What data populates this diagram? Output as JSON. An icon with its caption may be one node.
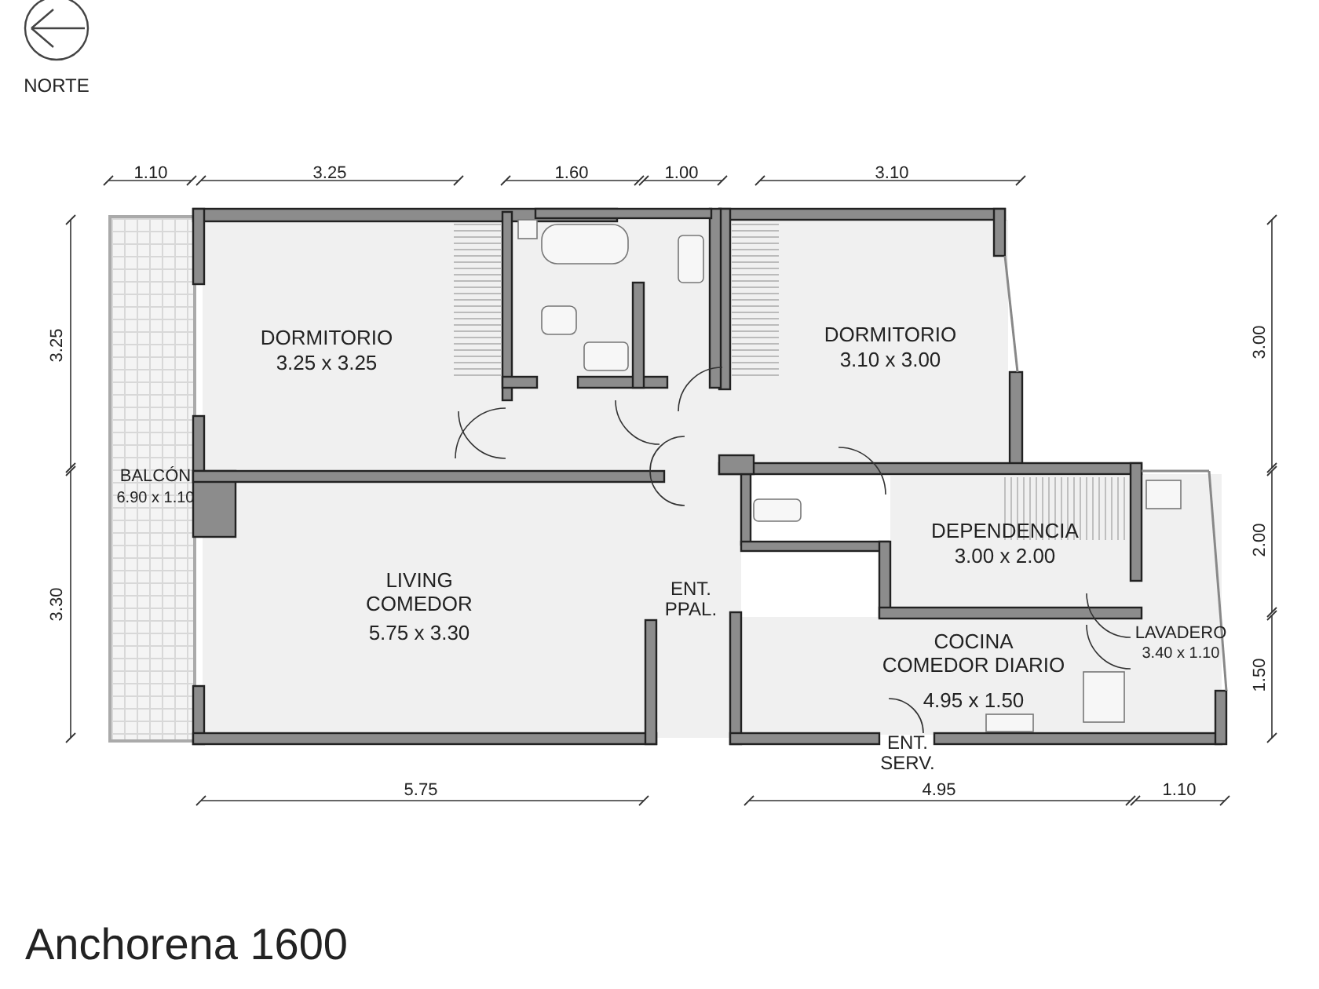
{
  "diagram": {
    "title": "Anchorena 1600",
    "nodes": [
      {
        "text": [
          "BALCÓN",
          "6.90 x 1.10"
        ]
      },
      {
        "text": [
          "DORMITORIO",
          "3.25 x 3.25"
        ]
      },
      {
        "text": [
          "DORMITORIO",
          "3.10 x 3.00"
        ]
      },
      {
        "text": [
          "LIVING COMEDOR",
          "5.75 x 3.30"
        ]
      },
      {
        "text": [
          "DEPENDENCIA",
          "3.00 x 2.00"
        ]
      },
      {
        "text": [
          "LAVADERO",
          "3.40 x 1.10"
        ]
      },
      {
        "text": [
          "COCINA COMEDOR DIARIO",
          "4.95 x 1.50"
        ]
      }
    ],
    "labels": [
      "NORTE",
      "1.10",
      "3.25",
      "1.60",
      "1.00",
      "3.10",
      "3.25",
      "3.00",
      "2.00",
      "3.30",
      "ENT. PPAL.",
      "1.50",
      "ENT. SERV.",
      "5.75",
      "4.95",
      "1.10"
    ]
  }
}
